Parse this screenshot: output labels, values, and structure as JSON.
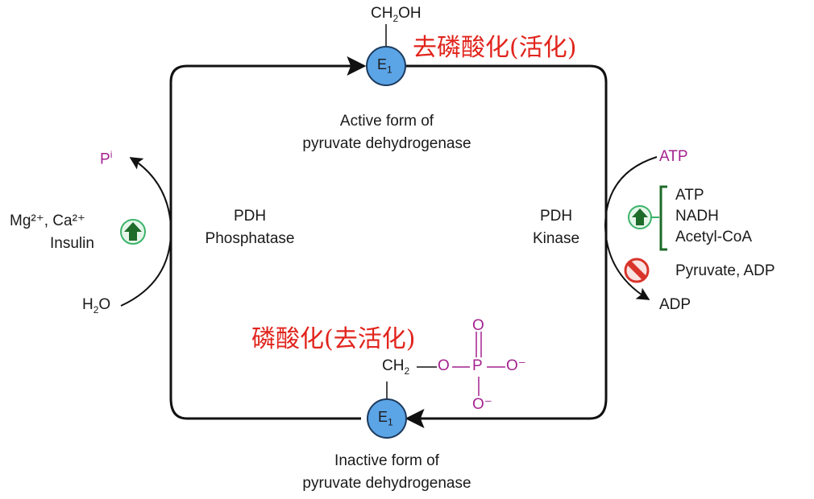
{
  "top_node": {
    "group_label": "CH2OH",
    "enzyme_label": "E1",
    "annotation_cn": "去磷酸化(活化)",
    "caption_line1": "Active form of",
    "caption_line2": "pyruvate dehydrogenase"
  },
  "bottom_node": {
    "group_ch2": "CH2",
    "phosphate_o_top": "O",
    "phosphate_link_o": "O",
    "phosphate_p": "P",
    "phosphate_o_right": "O⁻",
    "phosphate_o_bottom": "O⁻",
    "enzyme_label": "E1",
    "annotation_cn": "磷酸化(去活化)",
    "caption_line1": "Inactive form of",
    "caption_line2": "pyruvate dehydrogenase"
  },
  "left_enzyme": {
    "line1": "PDH",
    "line2": "Phosphatase",
    "product": "Pi",
    "substrate": "H2O",
    "activators_line1": "Mg²⁺, Ca²⁺",
    "activators_line2": "Insulin",
    "activator_icon": "up-arrow-circle-icon"
  },
  "right_enzyme": {
    "line1": "PDH",
    "line2": "Kinase",
    "substrate": "ATP",
    "product": "ADP",
    "activators": [
      "ATP",
      "NADH",
      "Acetyl-CoA"
    ],
    "inhibitors": "Pyruvate, ADP",
    "activator_icon": "up-arrow-circle-icon",
    "inhibitor_icon": "no-entry-icon"
  },
  "colors": {
    "enzyme_fill": "#5ba4e6",
    "enzyme_stroke": "#1d3a5c",
    "phosphate": "#a3238f",
    "activator_green": "#1f6b2a",
    "activator_ring": "#3bb36a",
    "inhibitor_red": "#d9342b",
    "annotation_red": "#e1241c"
  }
}
